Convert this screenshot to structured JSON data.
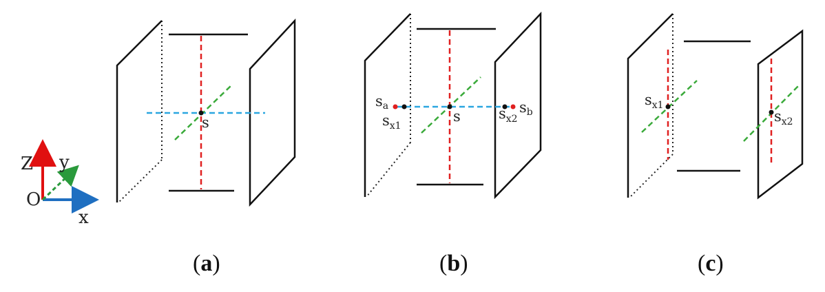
{
  "axes": {
    "origin": "O",
    "x": "x",
    "y": "y",
    "z": "Z",
    "colors": {
      "x": "#1f6fc1",
      "y": "#2a9a3c",
      "z": "#e01010"
    }
  },
  "line_colors": {
    "red": "#e02020",
    "green": "#3aaa3a",
    "blue": "#2aa6e0",
    "edge": "#111111"
  },
  "panel_a": {
    "caption_letter": "a",
    "point_s": "s"
  },
  "panel_b": {
    "caption_letter": "b",
    "point_s": "s",
    "sa_base": "s",
    "sa_sub": "a",
    "sb_base": "s",
    "sb_sub": "b",
    "sx1_base": "s",
    "sx1_sub": "x1",
    "sx2_base": "s",
    "sx2_sub": "x2"
  },
  "panel_c": {
    "caption_letter": "c",
    "sx1_base": "s",
    "sx1_sub": "x1",
    "sx2_base": "s",
    "sx2_sub": "x2"
  },
  "caption_open": "(",
  "caption_close": ")"
}
